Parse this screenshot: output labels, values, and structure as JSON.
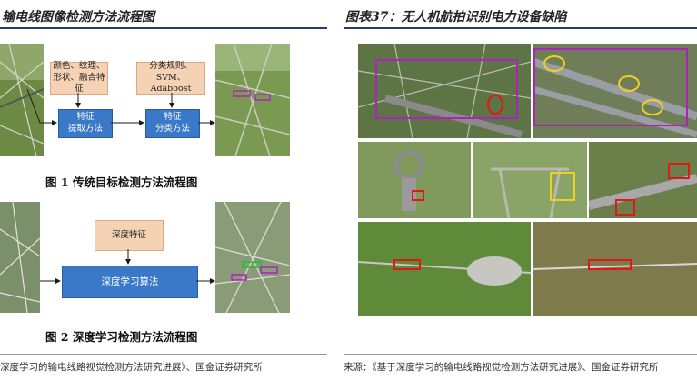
{
  "left": {
    "header": "输电线图像检测方法流程图",
    "diagram1": {
      "box_color": "颜色、纹理、\n形状、融合特征",
      "box_classifier": "分类规则、\nSVM、Adaboost",
      "box_extract": "特征\n提取方法",
      "box_classify": "特征\n分类方法",
      "caption": "图 1  传统目标检测方法流程图"
    },
    "diagram2": {
      "box_deep_feature": "深度特征",
      "box_algorithm": "深度学习算法",
      "caption": "图 2  深度学习检测方法流程图"
    },
    "source": "深度学习的输电线路视觉检测方法研究进展》、国金证券研究所"
  },
  "right": {
    "header": "图表37：无人机航拍识别电力设备缺陷",
    "source": "来源：《基于深度学习的输电线路视觉检测方法研究进展》、国金证券研究所"
  },
  "colors": {
    "rule": "#1f3d7a",
    "flow_box": "#3a78c8",
    "input_box": "#f6d2b4",
    "highlight_purple": "#b020c0",
    "highlight_red": "#e01818",
    "highlight_yellow": "#f0d020"
  }
}
